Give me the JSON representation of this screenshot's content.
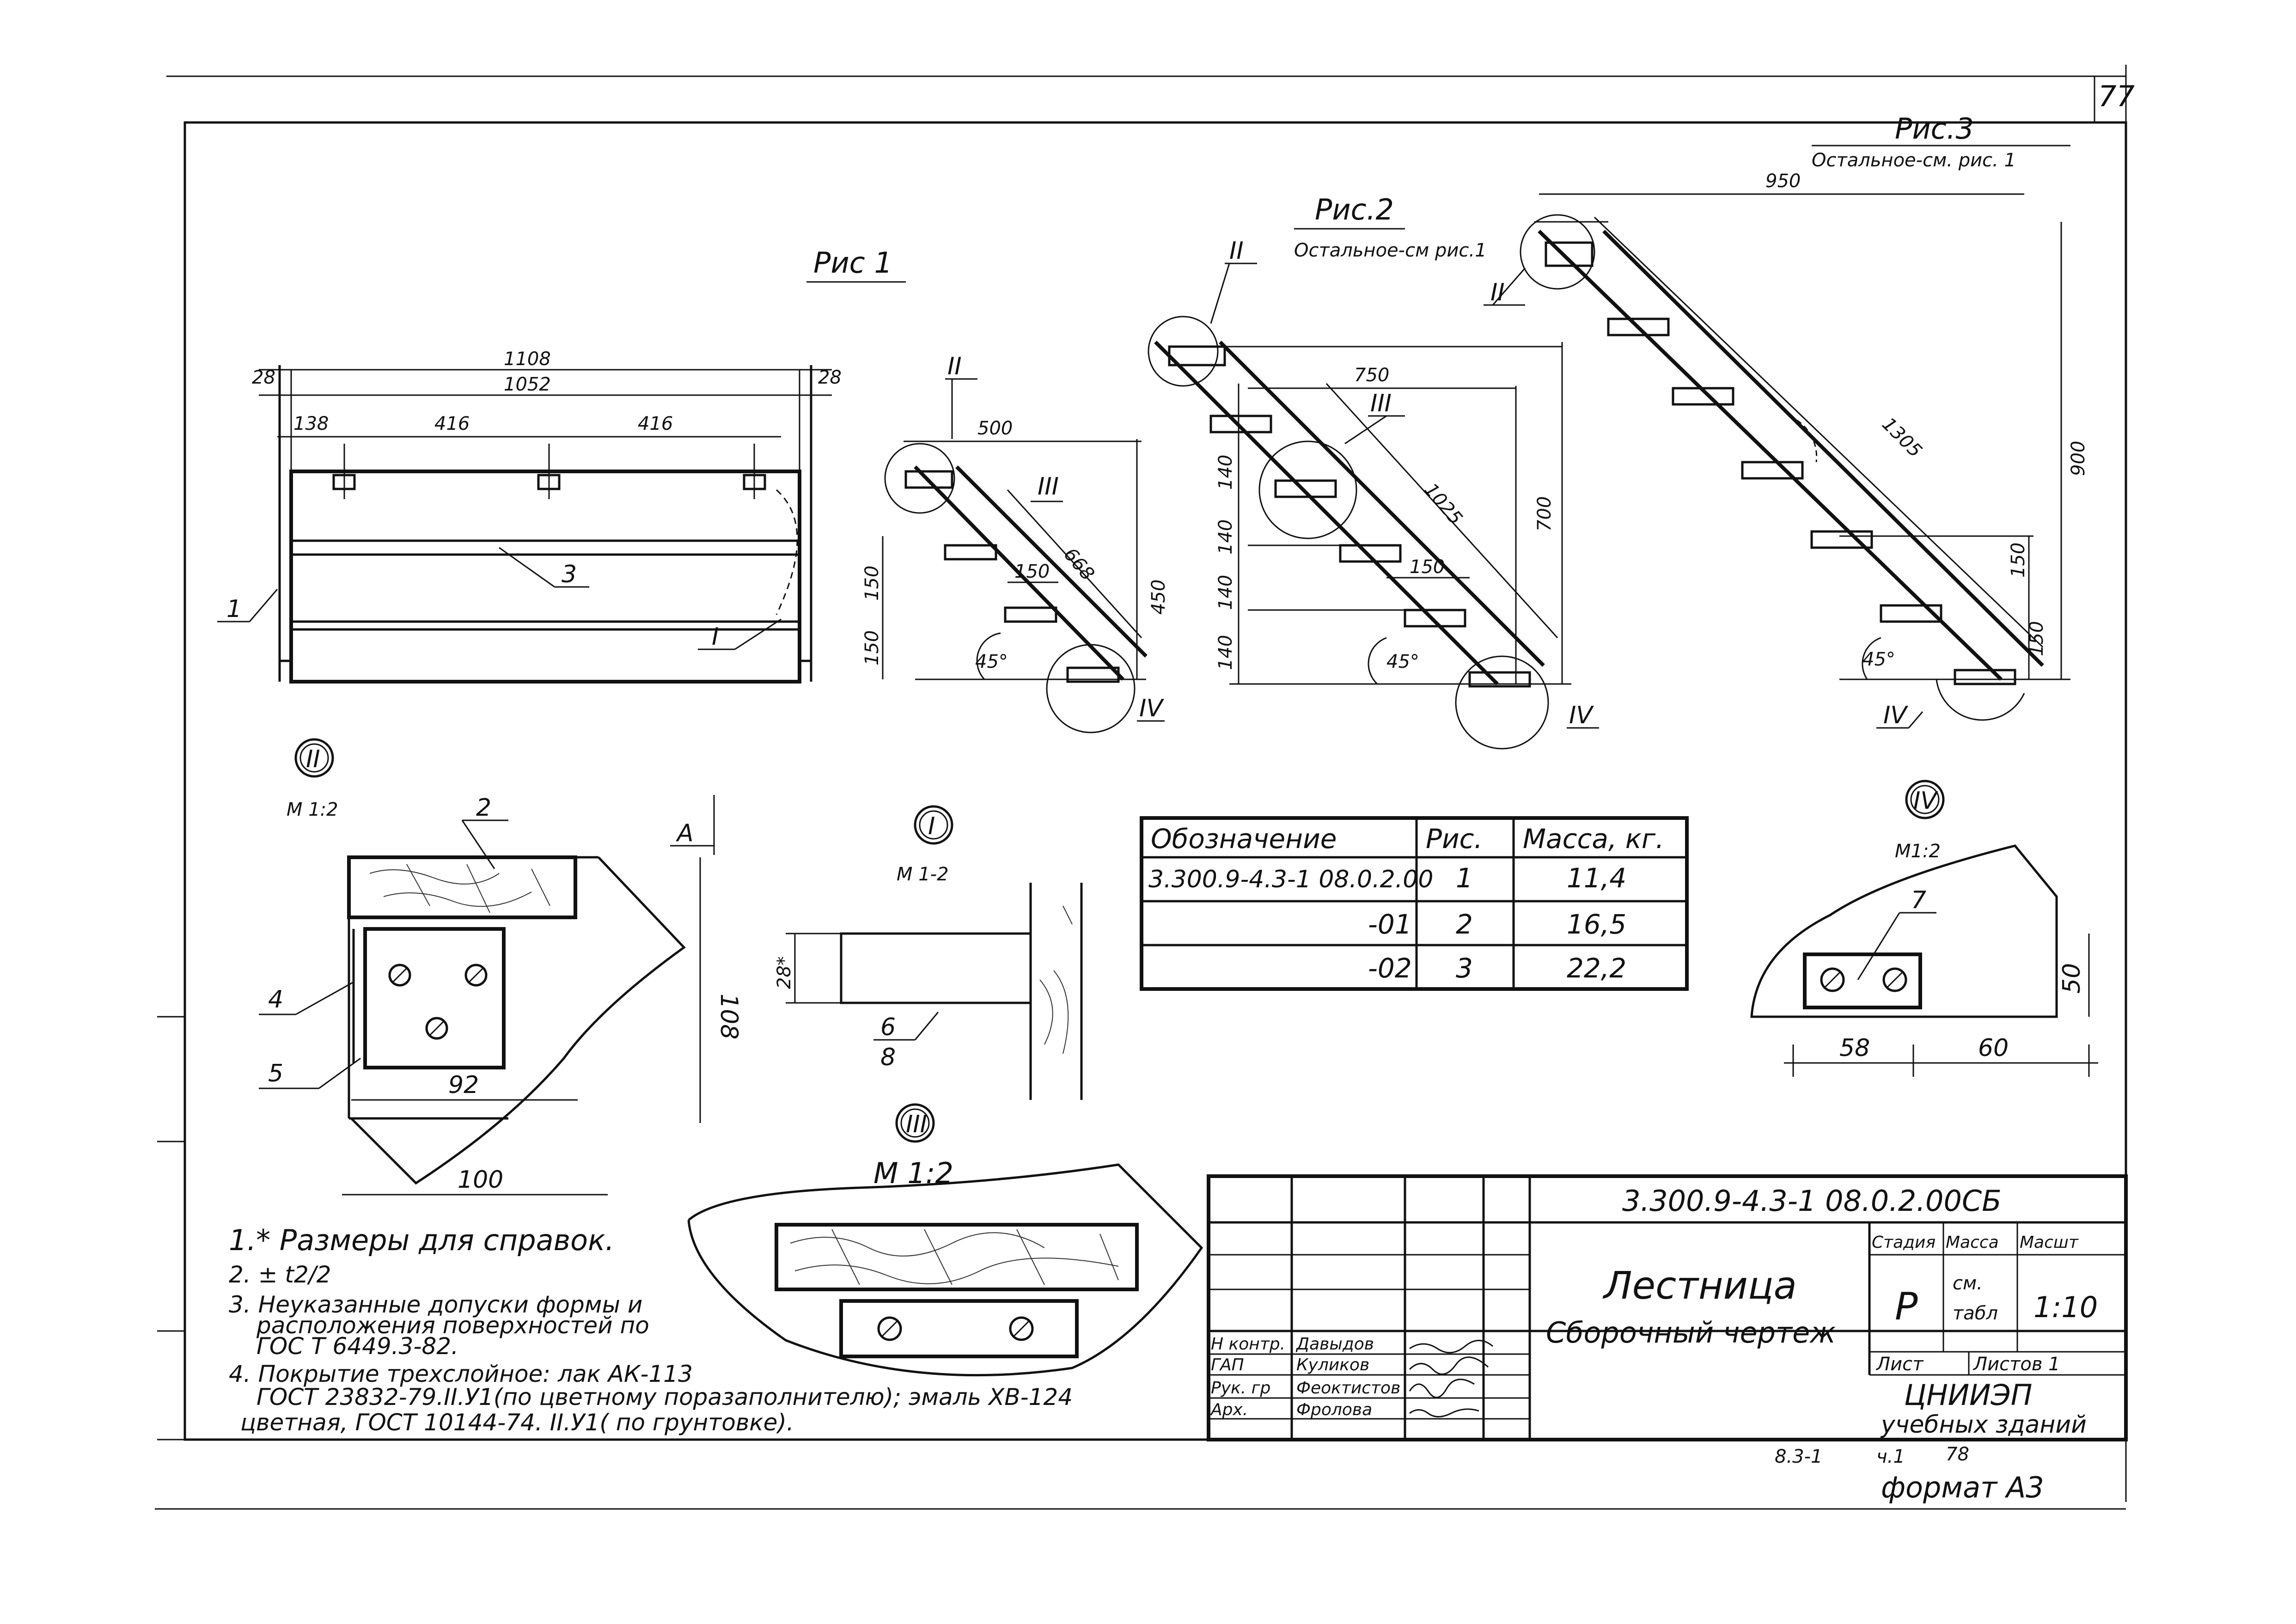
{
  "sheet": {
    "corner_number": "77",
    "bottom_left_ref": "8.3-1",
    "bottom_part": "ч.1",
    "bottom_page": "78",
    "format": "формат А3"
  },
  "figures": {
    "fig1": {
      "caption": "Рис 1",
      "dims": {
        "total": "1108",
        "inner": "1052",
        "edge_left": "28",
        "edge_right": "28",
        "offset": "138",
        "spacing_1": "416",
        "spacing_2": "416"
      },
      "callouts": {
        "frame": "1",
        "middle": "3",
        "section": "I"
      }
    },
    "fig1_side": {
      "dims": {
        "run": "500",
        "diag": "668",
        "height": "450",
        "step_1": "150",
        "step_2": "150",
        "tread": "150",
        "angle": "45°"
      },
      "callouts": {
        "top": "II",
        "mid": "III",
        "bottom": "IV"
      }
    },
    "fig2": {
      "caption": "Рис.2",
      "subcaption": "Остальное-см рис.1",
      "dims": {
        "run": "750",
        "diag": "1025",
        "height": "700",
        "step_1": "140",
        "step_2": "140",
        "step_3": "140",
        "step_4": "140",
        "tread": "150",
        "angle": "45°"
      },
      "callouts": {
        "top": "II",
        "mid": "III",
        "bottom": "IV"
      }
    },
    "fig3": {
      "caption": "Рис.3",
      "subcaption": "Остальное-см. рис. 1",
      "dims": {
        "run": "950",
        "diag": "1305",
        "height": "900",
        "step_1": "150",
        "step_2": "150",
        "angle": "45°"
      },
      "callouts": {
        "top": "II",
        "bottom": "IV"
      }
    }
  },
  "details": {
    "II": {
      "marker": "II",
      "scale": "М 1:2",
      "dims": {
        "width": "92",
        "overall": "100",
        "height": "108"
      },
      "callouts": [
        "2",
        "4",
        "5"
      ],
      "section_mark": "А"
    },
    "I": {
      "marker": "I",
      "scale": "М 1-2",
      "dims": {
        "thickness": "28*"
      },
      "callout_top": "6",
      "callout_bottom": "8"
    },
    "III": {
      "marker": "III",
      "scale": "М 1:2"
    },
    "IV": {
      "marker": "IV",
      "scale": "М1:2",
      "dims": {
        "height": "50",
        "left": "58",
        "right": "60"
      },
      "callout": "7"
    }
  },
  "spec_table": {
    "headers": [
      "Обозначение",
      "Рис.",
      "Масса, кг."
    ],
    "rows": [
      [
        "3.300.9-4.3-1 08.0.2.00",
        "1",
        "11,4"
      ],
      [
        "-01",
        "2",
        "16,5"
      ],
      [
        "-02",
        "3",
        "22,2"
      ]
    ]
  },
  "notes": [
    "1.* Размеры для справок.",
    "2. ± t2/2",
    "3. Неуказанные допуски формы и",
    "расположения поверхностей по",
    "ГОС Т 6449.3-82.",
    "4. Покрытие трехслойное: лак АК-113",
    "ГОСТ 23832-79.II.У1(по цветному поразаполнителю); эмаль ХВ-124",
    "цветная, ГОСТ 10144-74. II.У1( по грунтовке)."
  ],
  "title_block": {
    "code": "3.300.9-4.3-1 08.0.2.00СБ",
    "title": "Лестница",
    "subtitle": "Сборочный чертеж",
    "stage_label": "Стадия",
    "mass_label": "Масса",
    "scale_label": "Масшт",
    "stage_value": "Р",
    "mass_value_1": "см.",
    "mass_value_2": "табл",
    "scale_value": "1:10",
    "sheet_label": "Лист",
    "sheets_label": "Листов 1",
    "org_1": "ЦНИИЭП",
    "org_2": "учебных зданий",
    "roles": [
      {
        "role": "Н контр.",
        "name": "Давыдов"
      },
      {
        "role": "ГАП",
        "name": "Куликов"
      },
      {
        "role": "Рук. гр",
        "name": "Феоктистов"
      },
      {
        "role": "Арх.",
        "name": "Фролова"
      }
    ]
  }
}
